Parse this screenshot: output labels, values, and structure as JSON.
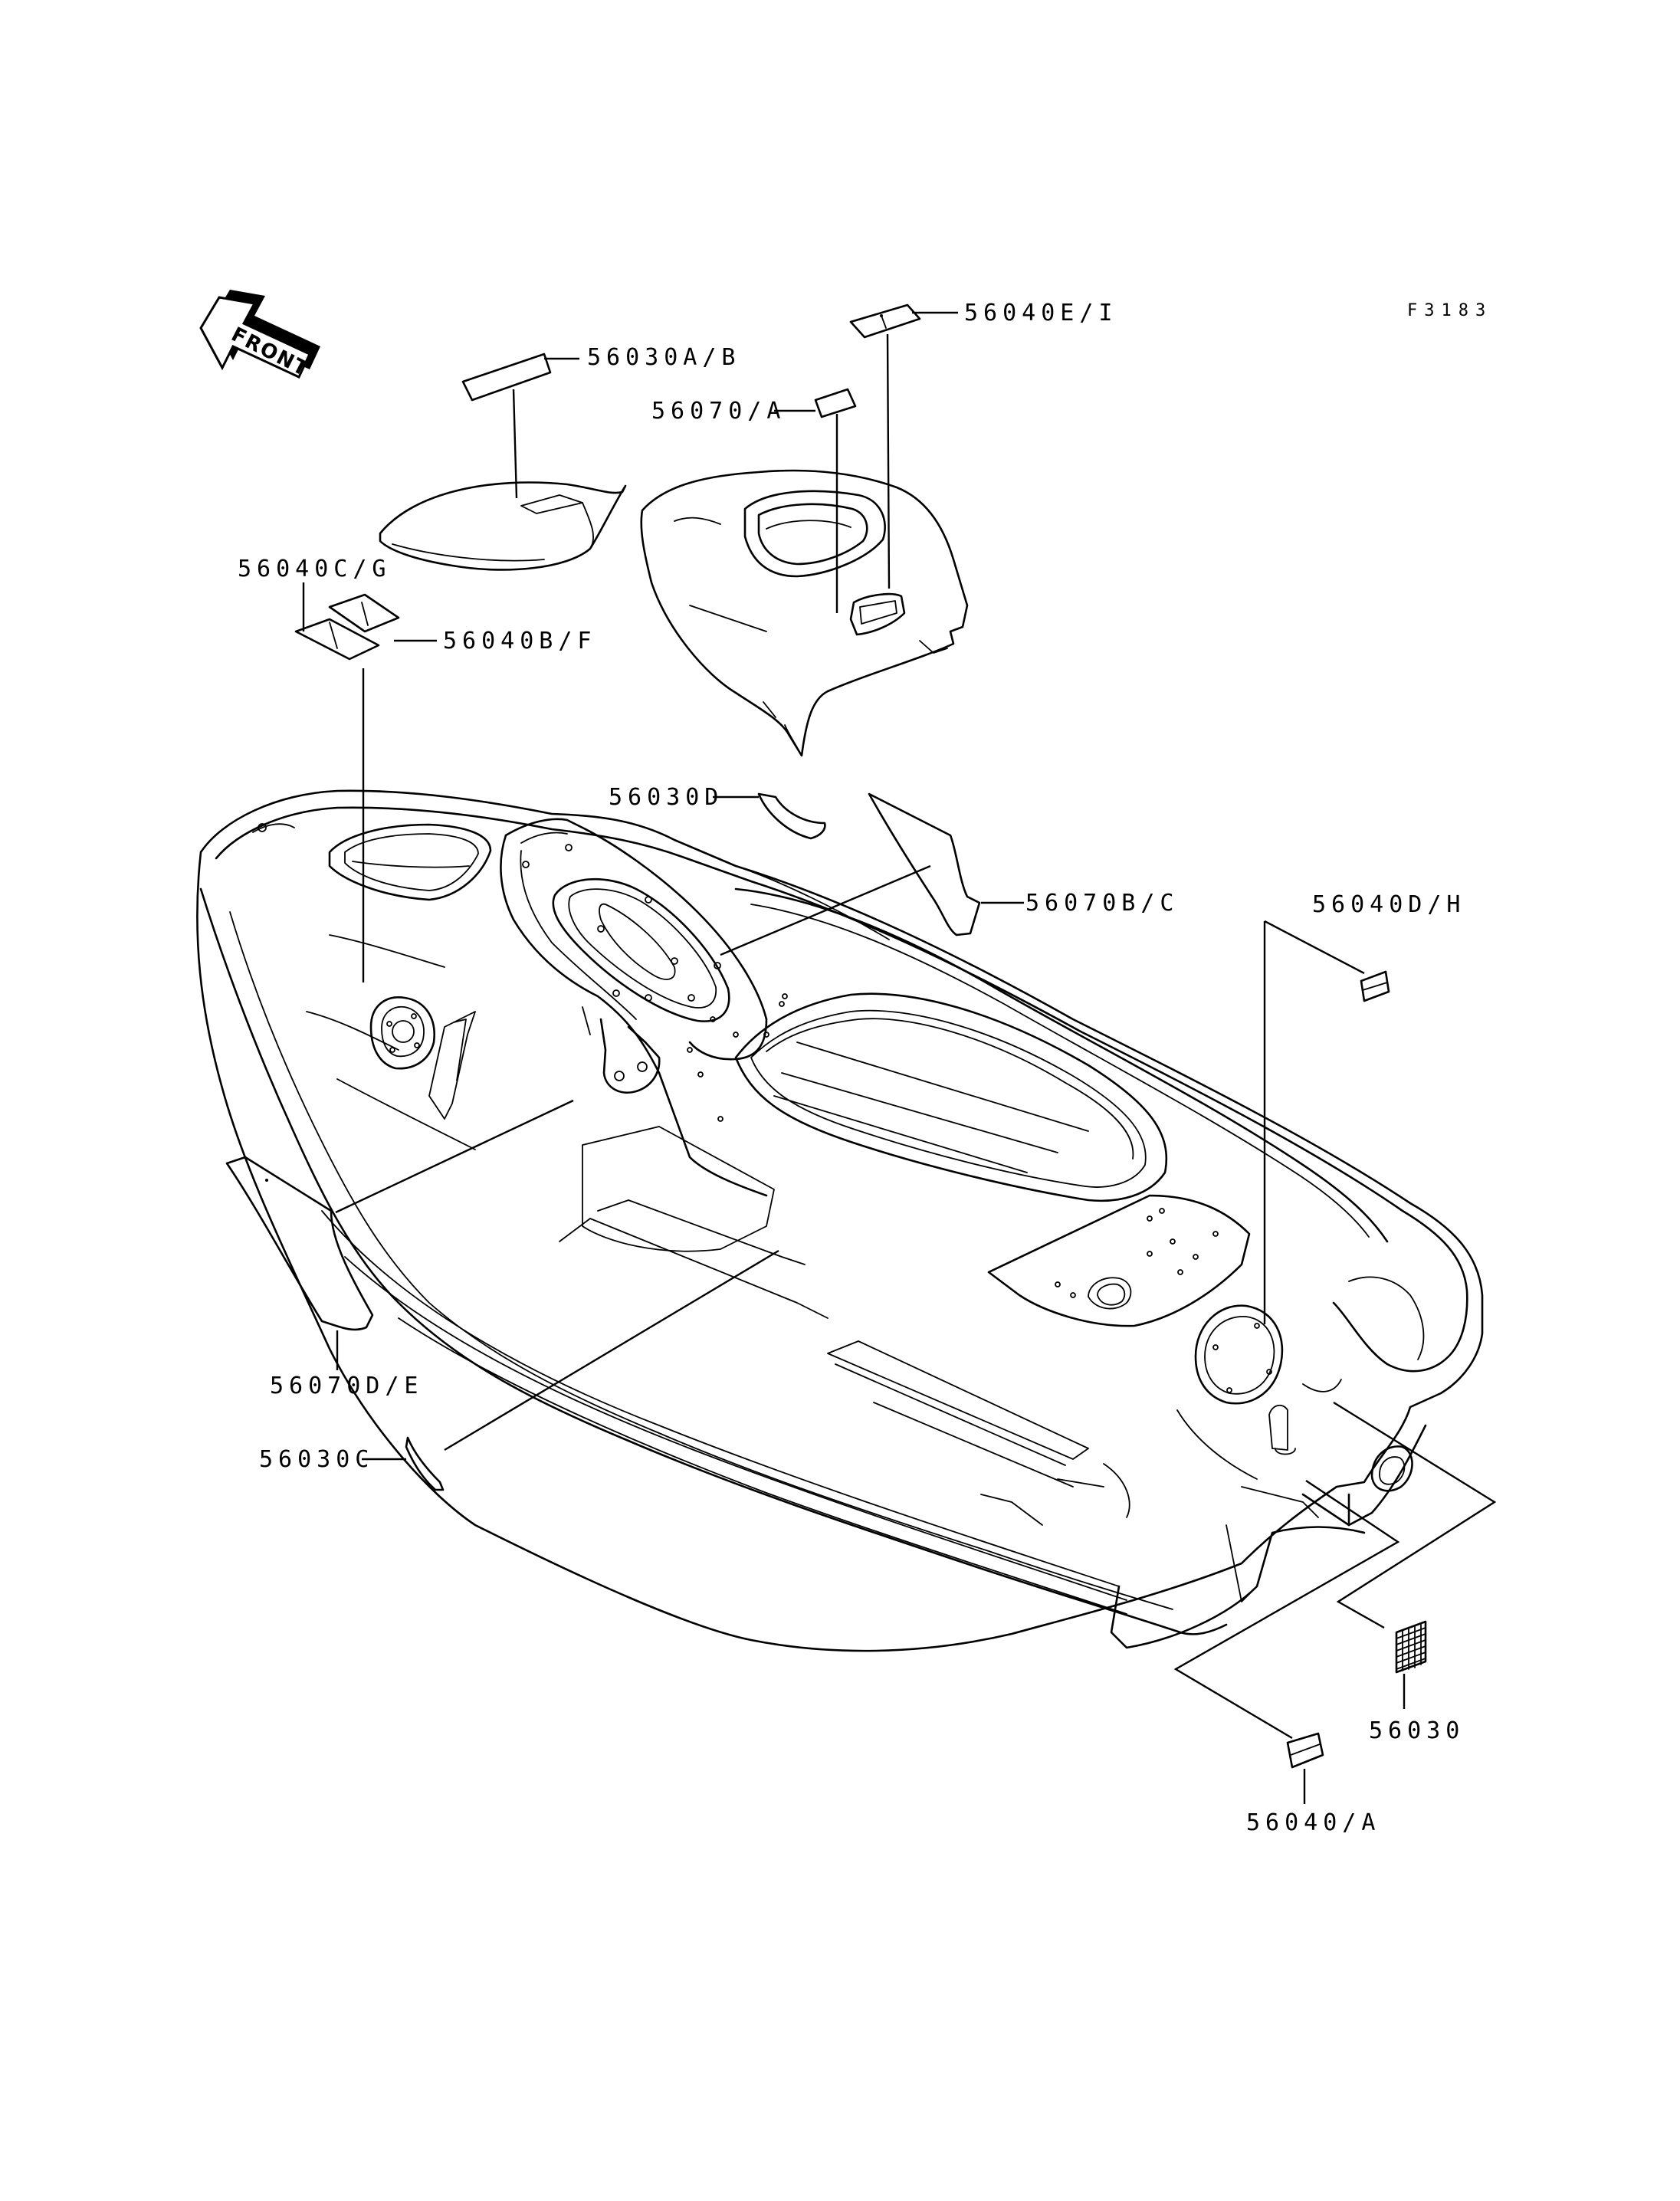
{
  "figure_code": "F3183",
  "front_arrow": {
    "text": "FRONT"
  },
  "labels": {
    "l56030AB": "56030A/B",
    "l56040EI": "56040E/I",
    "l56070A": "56070/A",
    "l56040CG": "56040C/G",
    "l56040BF": "56040B/F",
    "l56030D": "56030D",
    "l56070BC": "56070B/C",
    "l56040DH": "56040D/H",
    "l56070DE": "56070D/E",
    "l56030C": "56030C",
    "l56030": "56030",
    "l56040A": "56040/A"
  },
  "icons": [
    "front-arrow-icon",
    "decal-icon",
    "warning-label-grid-icon"
  ],
  "colors": {
    "line": "#000000",
    "background": "#ffffff"
  }
}
